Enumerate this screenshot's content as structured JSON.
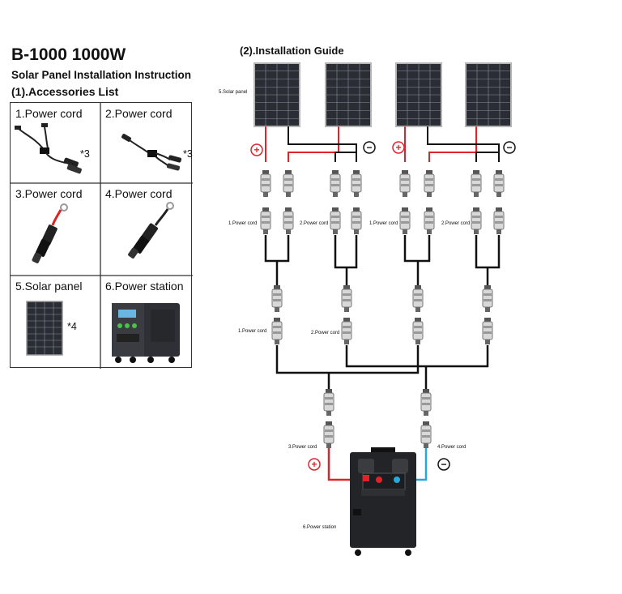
{
  "header": {
    "title": "B-1000 1000W",
    "subtitle": "Solar Panel Installation Instruction",
    "accessories_heading": "(1).Accessories List",
    "guide_heading": "(2).Installation Guide"
  },
  "accessories": [
    {
      "label": "1.Power cord",
      "qty": "*3",
      "icon": "y-branch-cable-icon"
    },
    {
      "label": "2.Power cord",
      "qty": "*3",
      "icon": "y-branch-cable-icon"
    },
    {
      "label": "3.Power cord",
      "qty": "",
      "icon": "ring-terminal-cable-red-icon"
    },
    {
      "label": "4.Power cord",
      "qty": "",
      "icon": "ring-terminal-cable-black-icon"
    },
    {
      "label": "5.Solar panel",
      "qty": "*4",
      "icon": "solar-panel-icon"
    },
    {
      "label": "6.Power station",
      "qty": "",
      "icon": "power-station-icon"
    }
  ],
  "diagram": {
    "solar_panel_label": "5.Solar panel",
    "cord1_label": "1.Power cord",
    "cord2_label": "2.Power cord",
    "cord1_label_b": "1.Power cord",
    "cord2_label_b": "2.Power cord",
    "cord1_label_c": "1.Power cord",
    "cord2_label_c": "2.Power cord",
    "cord3_label": "3.Power cord",
    "cord4_label": "4.Power cord",
    "station_label": "6.Power station",
    "plus_symbol": "+",
    "minus_symbol": "−",
    "colors": {
      "positive": "#e0232b",
      "negative": "#111111",
      "negative_terminal": "#29a8d8"
    }
  }
}
